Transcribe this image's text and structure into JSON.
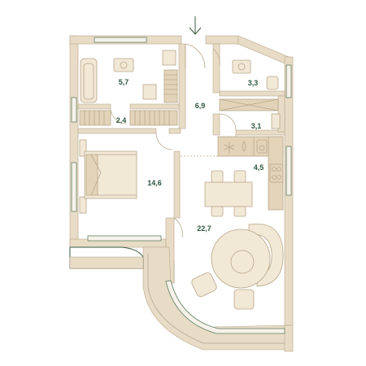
{
  "plan": {
    "entrance": {
      "icon": "arrow-down-icon"
    },
    "rooms": [
      {
        "id": "bathroom",
        "area": "5,7"
      },
      {
        "id": "wc",
        "area": "3,3"
      },
      {
        "id": "hall",
        "area": "6,9"
      },
      {
        "id": "closet",
        "area": "2,4"
      },
      {
        "id": "storage",
        "area": "3,1"
      },
      {
        "id": "bedroom",
        "area": "14,6"
      },
      {
        "id": "kitchen",
        "area": "4,5"
      },
      {
        "id": "living",
        "area": "22,7"
      }
    ],
    "colors": {
      "wall": "#e8dcc6",
      "wall_stroke": "#b9a78a",
      "furniture": "#f2e8d6",
      "label": "#2f5741",
      "accent": "#3d5c42"
    }
  }
}
